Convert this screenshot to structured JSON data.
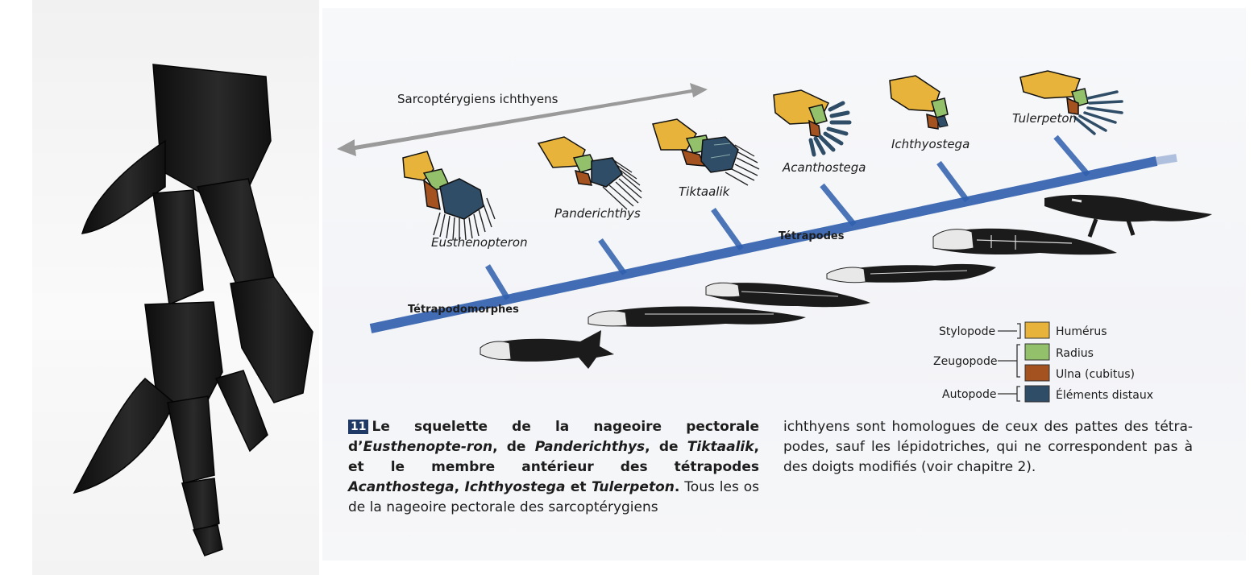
{
  "arrow_label": "Sarcoptérygiens ichthyens",
  "clade_tetrapodomorphes": "Tétrapodomorphes",
  "clade_tetrapodes": "Tétrapodes",
  "taxa": [
    "Eusthenopteron",
    "Panderichthys",
    "Tiktaalik",
    "Acanthostega",
    "Ichthyostega",
    "Tulerpeton"
  ],
  "legend": {
    "groups": [
      "Stylopode",
      "Zeugopode",
      "Autopode"
    ],
    "items": [
      {
        "label": "Humérus",
        "color": "#e8b33a"
      },
      {
        "label": "Radius",
        "color": "#93c06a"
      },
      {
        "label": "Ulna (cubitus)",
        "color": "#a4521f"
      },
      {
        "label": "Éléments distaux",
        "color": "#2f4d66"
      }
    ]
  },
  "caption": {
    "number": "11",
    "parts": [
      "Le squelette de la nageoire pectorale d’",
      "Eusthenopte-ron",
      ", de ",
      "Panderichthys",
      ", de ",
      "Tiktaalik",
      ", et le membre antérieur des tétrapodes ",
      "Acanthostega",
      ", ",
      "Ichthyostega",
      " et ",
      "Tulerpeton",
      "."
    ],
    "body_left": "Tous les os de la nageoire pectorale des sarcoptérygiens",
    "body_right": "ichthyens sont homologues de ceux des pattes des tétra-podes, sauf les lépidotriches, qui ne correspondent pas à des doigts modifiés (voir chapitre 2)."
  },
  "colors": {
    "humerus": "#e8b33a",
    "radius": "#93c06a",
    "ulna": "#a4521f",
    "distal": "#2f4d66",
    "cladogram": "#2f5fae",
    "badge": "#1f3a67",
    "cast": "#1e1e1e"
  }
}
